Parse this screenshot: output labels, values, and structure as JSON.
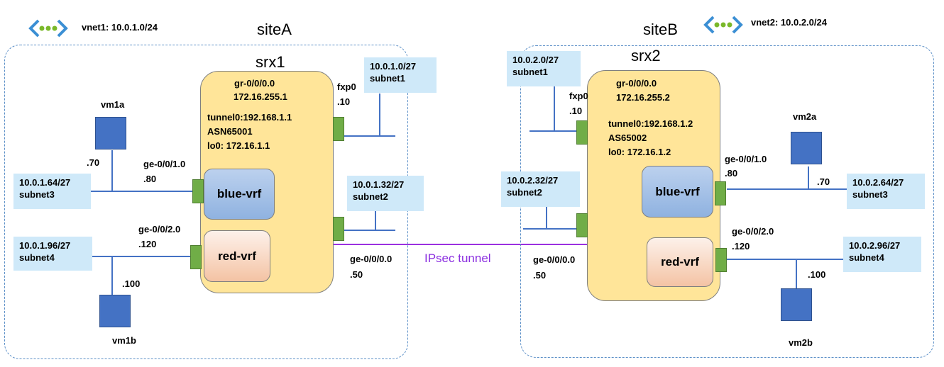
{
  "vnets": [
    {
      "label": "vnet1: 10.0.1.0/24"
    },
    {
      "label": "vnet2: 10.0.2.0/24"
    }
  ],
  "sites": [
    {
      "name": "siteA",
      "router": {
        "name": "srx1",
        "gr_interface": "gr-0/0/0.0",
        "gr_ip": "172.16.255.1",
        "tunnel": "tunnel0:192.168.1.1",
        "asn": "ASN65001",
        "loopback": "lo0: 172.16.1.1",
        "vrfs": [
          "blue-vrf",
          "red-vrf"
        ]
      },
      "interfaces": {
        "fxp0_name": "fxp0",
        "fxp0_ip": ".10",
        "ge1_name": "ge-0/0/1.0",
        "ge1_ip": ".80",
        "ge2_name": "ge-0/0/2.0",
        "ge2_ip": ".120",
        "ge0_name": "ge-0/0/0.0",
        "ge0_ip": ".50"
      },
      "subnets": [
        {
          "cidr": "10.0.1.0/27",
          "name": "subnet1"
        },
        {
          "cidr": "10.0.1.32/27",
          "name": "subnet2"
        },
        {
          "cidr": "10.0.1.64/27",
          "name": "subnet3"
        },
        {
          "cidr": "10.0.1.96/27",
          "name": "subnet4"
        }
      ],
      "vms": [
        {
          "name": "vm1a",
          "ip": ".70"
        },
        {
          "name": "vm1b",
          "ip": ".100"
        }
      ]
    },
    {
      "name": "siteB",
      "router": {
        "name": "srx2",
        "gr_interface": "gr-0/0/0.0",
        "gr_ip": "172.16.255.2",
        "tunnel": "tunnel0:192.168.1.2",
        "asn": "AS65002",
        "loopback": "lo0: 172.16.1.2",
        "vrfs": [
          "blue-vrf",
          "red-vrf"
        ]
      },
      "interfaces": {
        "fxp0_name": "fxp0",
        "fxp0_ip": ".10",
        "ge1_name": "ge-0/0/1.0",
        "ge1_ip": ".80",
        "ge2_name": "ge-0/0/2.0",
        "ge2_ip": ".120",
        "ge0_name": "ge-0/0/0.0",
        "ge0_ip": ".50"
      },
      "subnets": [
        {
          "cidr": "10.0.2.0/27",
          "name": "subnet1"
        },
        {
          "cidr": "10.0.2.32/27",
          "name": "subnet2"
        },
        {
          "cidr": "10.0.2.64/27",
          "name": "subnet3"
        },
        {
          "cidr": "10.0.2.96/27",
          "name": "subnet4"
        }
      ],
      "vms": [
        {
          "name": "vm2a",
          "ip": ".70"
        },
        {
          "name": "vm2b",
          "ip": ".100"
        }
      ]
    }
  ],
  "tunnel_label": "IPsec tunnel",
  "colors": {
    "router_fill": "#ffe599",
    "subnet_fill": "#cfe9f9",
    "port_fill": "#70ad47",
    "vm_fill": "#4472c4",
    "tunnel_line": "#9b30e0",
    "site_border": "#5b8fc7"
  },
  "icons": [
    "vnet-icon",
    "vm-icon",
    "port-icon"
  ]
}
